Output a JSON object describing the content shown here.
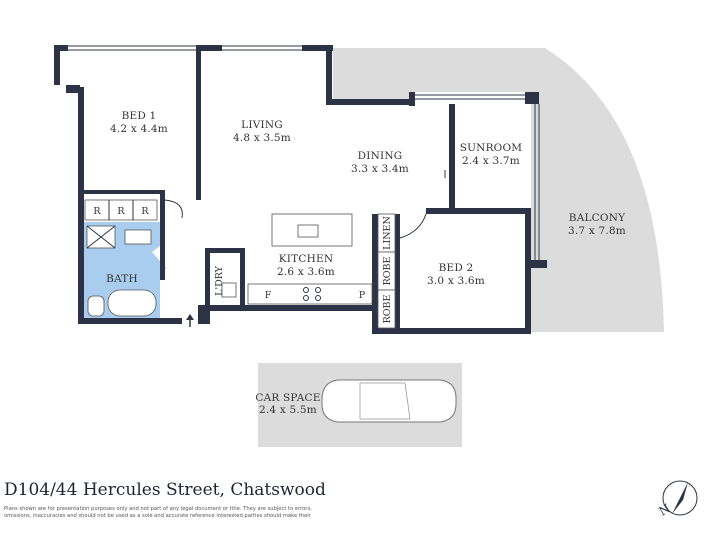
{
  "address": "D104/44 Hercules Street, Chatswood",
  "disclaimer": "Plans shown are for presentation purposes only and not part of any legal document or title. They are subject to errors, omissions, inaccuracies and should not be used as a sole and accurate reference interested parties should make their",
  "rooms": {
    "bed1": {
      "name": "BED 1",
      "size": "4.2 x 4.4m"
    },
    "living": {
      "name": "LIVING",
      "size": "4.8 x 3.5m"
    },
    "dining": {
      "name": "DINING",
      "size": "3.3 x 3.4m"
    },
    "sunroom": {
      "name": "SUNROOM",
      "size": "2.4 x 3.7m"
    },
    "balcony": {
      "name": "BALCONY",
      "size": "3.7 x 7.8m"
    },
    "kitchen": {
      "name": "KITCHEN",
      "size": "2.6 x 3.6m"
    },
    "bed2": {
      "name": "BED 2",
      "size": "3.0 x 3.6m"
    },
    "bath": {
      "name": "BATH"
    },
    "laundry": {
      "name": "L'DRY"
    },
    "car_space": {
      "name": "CAR SPACE",
      "size": "2.4 x 5.5m"
    }
  },
  "fixtures": {
    "robe_letter": "R",
    "fridge_letter": "F",
    "pantry_letter": "P",
    "linen": "LINEN",
    "robe_upper": "ROBE",
    "robe_lower": "ROBE"
  },
  "compass_label": "N",
  "colors": {
    "walls": "#2d3346",
    "balcony": "#dcdcdc",
    "car_space": "#dcdcdc",
    "bath": "#a8cdef"
  }
}
